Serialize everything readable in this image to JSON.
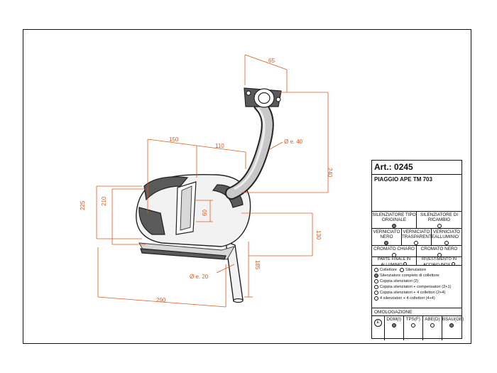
{
  "dimensions": {
    "d65": "65",
    "d150": "150",
    "d110": "110",
    "dia40": "Ø e. 40",
    "d240": "240",
    "d225": "225",
    "d210": "210",
    "d60": "60",
    "d130": "130",
    "dia20": "Ø e. 20",
    "d185": "185",
    "d290": "290"
  },
  "sheet": {
    "art_prefix": "Art.:",
    "art_number": "0245",
    "model": "PIAGGIO APE TM 703",
    "cells": {
      "sil_orig": "SILENZIATORE TIPO ORIGINALE",
      "sil_ricambio": "SILENZIATORE DI RICAMBIO",
      "vern_nero": "VERNICIATO NERO",
      "vern_trasp": "VERNICIATO TRASPARENTE",
      "vern_allum": "VERNICIATO ALLUMINIO",
      "crom_chiaro": "CROMATO CHIARO",
      "crom_nero": "CROMATO NERO",
      "parte_finale": "PARTE FINALE IN ALLUMINIO",
      "rivestimento": "RIVESTIMENTO IN ACCIAIO INOX"
    },
    "options": {
      "collettore": "Collettore",
      "silenziatore": "Silenziatore",
      "sil_completo": "Silenziatore completo di collettore",
      "coppia": "Coppia silenziatori (2)",
      "coppia_comp": "Coppia silenziatori + compensatori (2+1)",
      "coppia_coll": "Coppia silenziatori + 4 collettori (2+4)",
      "quattro": "4 silenziatori + 4 collettori (4+4)"
    },
    "omologazione": {
      "title": "OMOLOGAZIONE",
      "e_mark": "E",
      "dgm": "DGM(I)",
      "tps": "TPS(F)",
      "abe": "ABE(D)",
      "bsau": "BSAU(GB)"
    }
  },
  "colors": {
    "dimension": "#e05a1c",
    "selected_dot": "#777777"
  }
}
